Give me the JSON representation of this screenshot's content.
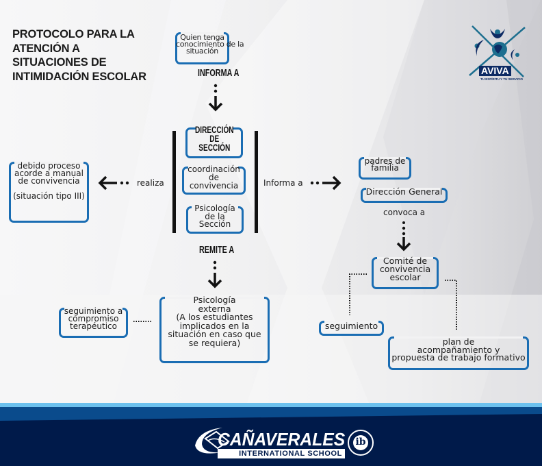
{
  "title": {
    "lines": [
      "PROTOCOLO PARA LA",
      "ATENCIÓN A",
      "SITUACIONES DE",
      "INTIMIDACIÓN ESCOLAR"
    ]
  },
  "logo_aviva": {
    "word": "AVIVA",
    "tagline": "TU ESPÍRITU Y TU SERVICIO",
    "icon": "people-globe-icon",
    "colors": {
      "navy": "#0d2a63",
      "teal": "#1d6f8f"
    }
  },
  "flow": {
    "start_box": {
      "lines": [
        "Quien tenga",
        "conocimiento de la",
        "situación"
      ]
    },
    "informa_a_label": "INFORMA A",
    "direccion_box": {
      "lines": [
        "DIRECCIÓN",
        "DE",
        "SECCIÓN"
      ]
    },
    "coordinacion_box": {
      "lines": [
        "coordinación",
        "de",
        "convivencia"
      ]
    },
    "psicologia_seccion_box": {
      "lines": [
        "Psicología",
        "de la",
        "Sección"
      ]
    },
    "remite_a_label": "REMITE A",
    "realiza_label": "realiza",
    "debido_proceso_box": {
      "lines": [
        "debido proceso",
        "acorde a manual",
        "de convivencia",
        "",
        "(situación tipo III)"
      ]
    },
    "informa_a_side_label": "Informa a",
    "padres_box": {
      "lines": [
        "padres de",
        "familia"
      ]
    },
    "direccion_general_box": {
      "lines": [
        "Dirección General"
      ]
    },
    "convoca_a_label": "convoca a",
    "comite_box": {
      "lines": [
        "Comité de",
        "convivencia",
        "escolar"
      ]
    },
    "seguimiento_box": {
      "lines": [
        "seguimiento"
      ]
    },
    "plan_box": {
      "lines": [
        "plan de",
        "acompañamiento y",
        "propuesta de trabajo formativo"
      ]
    },
    "psicologia_externa_box": {
      "lines": [
        "Psicología",
        "externa",
        "(A los estudiantes",
        "implicados en la",
        "situación en caso que",
        "se requiera)"
      ]
    },
    "seguimiento_terapeutico_box": {
      "lines": [
        "seguimiento a",
        "compromiso",
        "terapéutico"
      ]
    }
  },
  "footer": {
    "school_name": "CAÑAVERALES",
    "school_sub": "INTERNATIONAL SCHOOL",
    "ib_mark": "ib",
    "colors": {
      "light_stripe": "#6cc1ee",
      "mid_stripe": "#0a4b8c",
      "navy": "#001a4a"
    }
  },
  "colors": {
    "box_border": "#1a6db3",
    "text": "#111111"
  }
}
